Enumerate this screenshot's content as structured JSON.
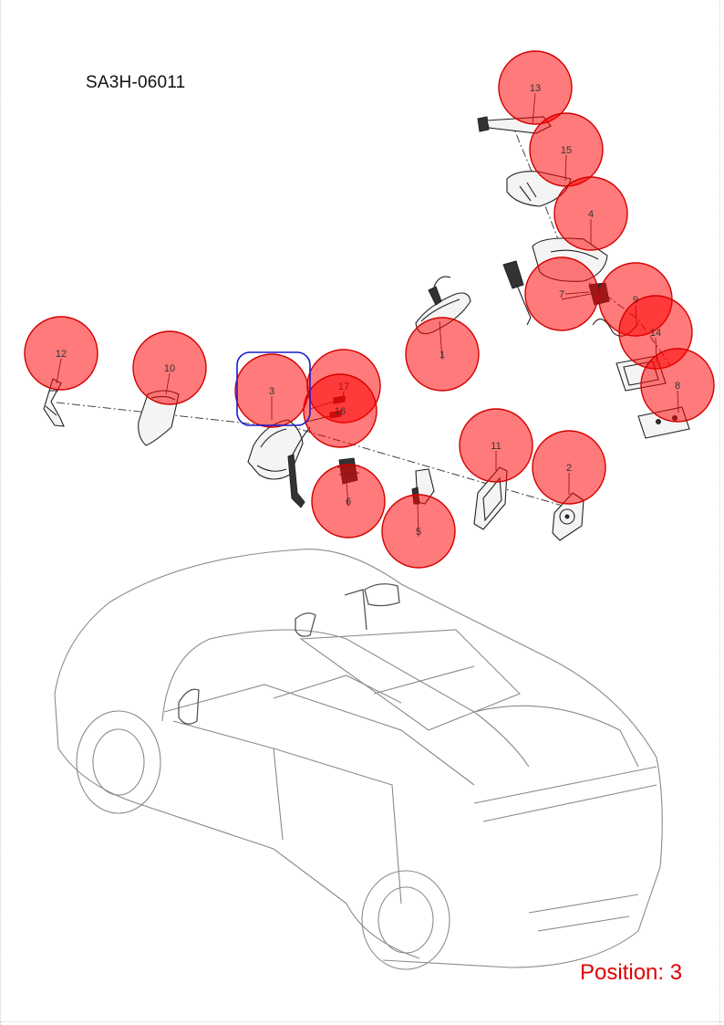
{
  "diagram": {
    "code": "SA3H-06011",
    "position_label": "Position: 3",
    "selected": "3",
    "colors": {
      "marker_fill": "#ff0000",
      "selection_outline": "#1a1ad0",
      "position_text": "#e00000"
    }
  },
  "callouts": [
    {
      "label": "13"
    },
    {
      "label": "15"
    },
    {
      "label": "4"
    },
    {
      "label": "7"
    },
    {
      "label": "9"
    },
    {
      "label": "14"
    },
    {
      "label": "8"
    },
    {
      "label": "1"
    },
    {
      "label": "12"
    },
    {
      "label": "10"
    },
    {
      "label": "3"
    },
    {
      "label": "17"
    },
    {
      "label": "16"
    },
    {
      "label": "6"
    },
    {
      "label": "5"
    },
    {
      "label": "11"
    },
    {
      "label": "2"
    }
  ]
}
